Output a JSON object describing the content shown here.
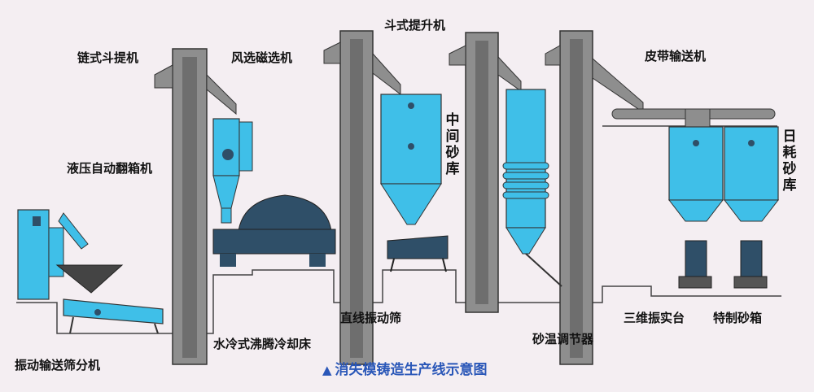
{
  "labels": {
    "chain_bucket_elevator": "链式斗提机",
    "wind_magnetic_separator": "风选磁选机",
    "bucket_elevator": "斗式提升机",
    "belt_conveyor": "皮带输送机",
    "hydraulic_box_flipper": "液压自动翻箱机",
    "middle_sand_silo": "中间砂库",
    "daily_sand_silo": "日耗砂库",
    "linear_vibrating_screen": "直线振动筛",
    "water_cooled_fluidized_bed": "水冷式沸腾冷却床",
    "sand_temp_regulator": "砂温调节器",
    "three_d_vibration_table": "三维振实台",
    "special_sand_box": "特制砂箱",
    "vibrating_conveyor_screen": "振动输送筛分机"
  },
  "caption": {
    "icon": "triangle-up-icon",
    "text": "消失模铸造生产线示意图"
  },
  "colors": {
    "background": "#f4eef2",
    "equipment_blue": "#3fbfe8",
    "equipment_dark": "#2f4f68",
    "tower_gray": "#8e8e8e",
    "caption_blue": "#2a57b8"
  }
}
